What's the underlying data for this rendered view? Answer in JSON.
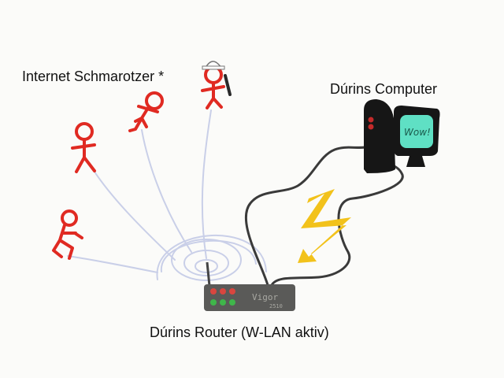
{
  "labels": {
    "internet_users": "Internet Schmarotzer *",
    "computer": "Dúrins Computer",
    "router": "Dúrins Router (W-LAN aktiv)"
  },
  "device_text": {
    "router_brand": "Vigor",
    "router_model": "2510",
    "monitor_screen": "Wow!"
  },
  "colors": {
    "figure_stroke": "#e02a22",
    "wifi_lines": "#c9cfe8",
    "cable": "#3a3a3a",
    "lightning": "#f2c21b",
    "router_body": "#5a5a58",
    "pc_tower": "#161616",
    "monitor_screen": "#5fe0c4"
  },
  "icons": [
    "stick-figure-icon",
    "wifi-signal-icon",
    "router-icon",
    "pc-tower-icon",
    "monitor-icon",
    "lightning-icon"
  ]
}
